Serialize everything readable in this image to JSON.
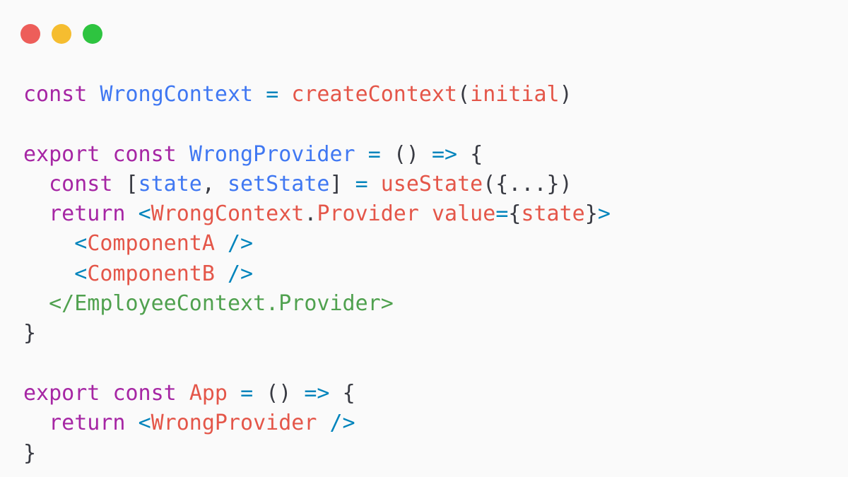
{
  "window": {
    "buttons": [
      {
        "name": "close",
        "color": "#ed5e5a"
      },
      {
        "name": "minimize",
        "color": "#f5bd30"
      },
      {
        "name": "maximize",
        "color": "#2ec440"
      }
    ]
  },
  "colors": {
    "keyword": "#a626a4",
    "identifier": "#4078f2",
    "call": "#e45649",
    "tag": "#e45649",
    "punct": "#383a42",
    "operator": "#0184bc",
    "closing_tag": "#50a14f"
  },
  "code": {
    "lines": [
      [
        {
          "t": "const",
          "c": "keyword"
        },
        {
          "t": " "
        },
        {
          "t": "WrongContext",
          "c": "identifier"
        },
        {
          "t": " "
        },
        {
          "t": "=",
          "c": "operator"
        },
        {
          "t": " "
        },
        {
          "t": "createContext",
          "c": "call"
        },
        {
          "t": "(",
          "c": "punct"
        },
        {
          "t": "initial",
          "c": "call"
        },
        {
          "t": ")",
          "c": "punct"
        }
      ],
      [],
      [
        {
          "t": "export",
          "c": "keyword"
        },
        {
          "t": " "
        },
        {
          "t": "const",
          "c": "keyword"
        },
        {
          "t": " "
        },
        {
          "t": "WrongProvider",
          "c": "identifier"
        },
        {
          "t": " "
        },
        {
          "t": "=",
          "c": "operator"
        },
        {
          "t": " "
        },
        {
          "t": "()",
          "c": "punct"
        },
        {
          "t": " "
        },
        {
          "t": "=>",
          "c": "operator"
        },
        {
          "t": " "
        },
        {
          "t": "{",
          "c": "punct"
        }
      ],
      [
        {
          "t": "  "
        },
        {
          "t": "const",
          "c": "keyword"
        },
        {
          "t": " "
        },
        {
          "t": "[",
          "c": "punct"
        },
        {
          "t": "state",
          "c": "identifier"
        },
        {
          "t": ", ",
          "c": "punct"
        },
        {
          "t": "setState",
          "c": "identifier"
        },
        {
          "t": "]",
          "c": "punct"
        },
        {
          "t": " "
        },
        {
          "t": "=",
          "c": "operator"
        },
        {
          "t": " "
        },
        {
          "t": "useState",
          "c": "call"
        },
        {
          "t": "({...})",
          "c": "punct"
        }
      ],
      [
        {
          "t": "  "
        },
        {
          "t": "return",
          "c": "keyword"
        },
        {
          "t": " "
        },
        {
          "t": "<",
          "c": "operator"
        },
        {
          "t": "WrongContext",
          "c": "tag"
        },
        {
          "t": ".",
          "c": "punct"
        },
        {
          "t": "Provider",
          "c": "tag"
        },
        {
          "t": " "
        },
        {
          "t": "value",
          "c": "tag"
        },
        {
          "t": "=",
          "c": "operator"
        },
        {
          "t": "{",
          "c": "punct"
        },
        {
          "t": "state",
          "c": "call"
        },
        {
          "t": "}",
          "c": "punct"
        },
        {
          "t": ">",
          "c": "operator"
        }
      ],
      [
        {
          "t": "    "
        },
        {
          "t": "<",
          "c": "operator"
        },
        {
          "t": "ComponentA",
          "c": "tag"
        },
        {
          "t": " "
        },
        {
          "t": "/>",
          "c": "operator"
        }
      ],
      [
        {
          "t": "    "
        },
        {
          "t": "<",
          "c": "operator"
        },
        {
          "t": "ComponentB",
          "c": "tag"
        },
        {
          "t": " "
        },
        {
          "t": "/>",
          "c": "operator"
        }
      ],
      [
        {
          "t": "  "
        },
        {
          "t": "</EmployeeContext.Provider>",
          "c": "closing_tag"
        }
      ],
      [
        {
          "t": "}",
          "c": "punct"
        }
      ],
      [],
      [
        {
          "t": "export",
          "c": "keyword"
        },
        {
          "t": " "
        },
        {
          "t": "const",
          "c": "keyword"
        },
        {
          "t": " "
        },
        {
          "t": "App",
          "c": "call"
        },
        {
          "t": " "
        },
        {
          "t": "=",
          "c": "operator"
        },
        {
          "t": " "
        },
        {
          "t": "()",
          "c": "punct"
        },
        {
          "t": " "
        },
        {
          "t": "=>",
          "c": "operator"
        },
        {
          "t": " "
        },
        {
          "t": "{",
          "c": "punct"
        }
      ],
      [
        {
          "t": "  "
        },
        {
          "t": "return",
          "c": "keyword"
        },
        {
          "t": " "
        },
        {
          "t": "<",
          "c": "operator"
        },
        {
          "t": "WrongProvider",
          "c": "tag"
        },
        {
          "t": " "
        },
        {
          "t": "/>",
          "c": "operator"
        }
      ],
      [
        {
          "t": "}",
          "c": "punct"
        }
      ]
    ]
  }
}
